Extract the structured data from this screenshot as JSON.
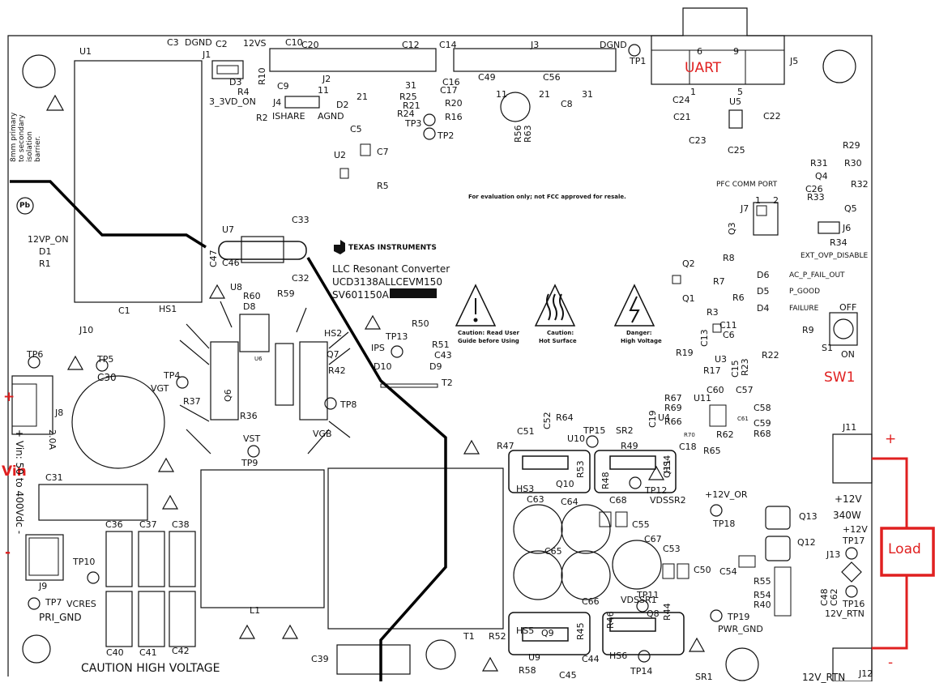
{
  "board": {
    "title": "LLC Resonant Converter",
    "model": "UCD3138ALLCEVM150",
    "serial_prefix": "SV601150A -",
    "brand": "TEXAS INSTRUMENTS",
    "fcc_note": "For evaluation only; not FCC approved for resale.",
    "isolation_note": [
      "8mm primary",
      "to secondary",
      "isolation",
      "barrier."
    ],
    "pb_mark": "Pb",
    "caution_footer": "CAUTION HIGH VOLTAGE",
    "warnings": {
      "read_guide": [
        "Caution: Read User",
        "Guide before Using"
      ],
      "hot_surface": [
        "Caution:",
        "Hot Surface"
      ],
      "high_voltage": [
        "Danger:",
        "High Voltage"
      ]
    }
  },
  "annotations": {
    "uart": "UART",
    "sw1": "SW1",
    "vin": "Vin",
    "load": "Load",
    "plus": "+",
    "minus": "-"
  },
  "colors": {
    "annotation": "#e02020",
    "silkscreen": "#111111",
    "trace": "#000000"
  },
  "labels": {
    "u1": "U1",
    "c3": "C3",
    "dgnd": "DGND",
    "c2": "C2",
    "j1": "J1",
    "12vs": "12VS",
    "c10": "C10",
    "c20": "C20",
    "c12": "C12",
    "c14": "C14",
    "j3": "J3",
    "dgnd2": "DGND",
    "tp1": "TP1",
    "j5": "J5",
    "j5_6": "6",
    "j5_9": "9",
    "j5_1": "1",
    "j5_5": "5",
    "r10": "R10",
    "j2": "J2",
    "d3": "D3",
    "r4": "R4",
    "3v3d": "3_3VD_ON",
    "j4": "J4",
    "c9": "C9",
    "j2_11": "11",
    "d2": "D2",
    "j2_21": "21",
    "j2_31": "31",
    "r2": "R2",
    "ishare": "ISHARE",
    "agnd": "AGND",
    "c16": "C16",
    "c17": "C17",
    "r25": "R25",
    "r21": "R21",
    "r20": "R20",
    "r24": "R24",
    "tp3": "TP3",
    "r16": "R16",
    "tp2": "TP2",
    "c49": "C49",
    "c56": "C56",
    "j3_11": "11",
    "j3_21": "21",
    "j3_31": "31",
    "c8": "C8",
    "r56": "R56",
    "r63": "R63",
    "c24": "C24",
    "u5": "U5",
    "c21": "C21",
    "c22": "C22",
    "c23": "C23",
    "c25": "C25",
    "c5": "C5",
    "u2": "U2",
    "c7": "C7",
    "r5": "R5",
    "r29": "R29",
    "r31": "R31",
    "r30": "R30",
    "q4": "Q4",
    "c26": "C26",
    "r32": "R32",
    "r33": "R33",
    "q5": "Q5",
    "j6": "J6",
    "r34": "R34",
    "ext_ovp": "EXT_OVP_DISABLE",
    "pfc_port": "PFC COMM PORT",
    "j7": "J7",
    "j7_1": "1",
    "j7_2": "2",
    "q3": "Q3",
    "r8": "R8",
    "q2": "Q2",
    "r7": "R7",
    "q1": "Q1",
    "r6": "R6",
    "r3": "R3",
    "d6": "D6",
    "ac_fail": "AC_P_FAIL_OUT",
    "d5": "D5",
    "p_good": "P_GOOD",
    "d4": "D4",
    "failure": "FAILURE",
    "off": "OFF",
    "r9": "R9",
    "s1": "S1",
    "on": "ON",
    "c11": "C11",
    "c13": "C13",
    "c6": "C6",
    "r19": "R19",
    "u3": "U3",
    "r22": "R22",
    "r17": "R17",
    "c15": "C15",
    "r23": "R23",
    "12vp_on": "12VP_ON",
    "d1": "D1",
    "r1": "R1",
    "u7": "U7",
    "c33": "C33",
    "c47": "C47",
    "c46": "C46",
    "u8": "U8",
    "c32": "C32",
    "r60": "R60",
    "r59": "R59",
    "c1": "C1",
    "hs1": "HS1",
    "d8": "D8",
    "hs2": "HS2",
    "j10": "J10",
    "q7": "Q7",
    "r42": "R42",
    "q6": "Q6",
    "r37": "R37",
    "r36": "R36",
    "u6": "U6",
    "tp8": "TP8",
    "vgb": "VGB",
    "vst": "VST",
    "tp9": "TP9",
    "tp4": "TP4",
    "vgt": "VGT",
    "tp5": "TP5",
    "tp6": "TP6",
    "c30": "C30",
    "j8": "J8",
    "v20a": "2.0A",
    "vin_range": "+ Vin: 50 to 400Vdc -",
    "c31": "C31",
    "r50": "R50",
    "tp13": "TP13",
    "ips": "IPS",
    "r51": "R51",
    "c43": "C43",
    "d10": "D10",
    "d9": "D9",
    "t2": "T2",
    "c36": "C36",
    "c37": "C37",
    "c38": "C38",
    "tp10": "TP10",
    "j9": "J9",
    "tp7": "TP7",
    "vcres": "VCRES",
    "pri_gnd": "PRI_GND",
    "c40": "C40",
    "c41": "C41",
    "c42": "C42",
    "l1": "L1",
    "c39": "C39",
    "t1": "T1",
    "r52": "R52",
    "c52": "C52",
    "r64": "R64",
    "c51": "C51",
    "u10": "U10",
    "tp15": "TP15",
    "sr2": "SR2",
    "c19": "C19",
    "r47": "R47",
    "r49": "R49",
    "u4": "U4",
    "r53": "R53",
    "q10": "Q10",
    "hs3": "HS3",
    "q11": "Q11",
    "r48": "R48",
    "c68": "C68",
    "tp12": "TP12",
    "vdssr2": "VDSSR2",
    "hs4": "HS4",
    "r67": "R67",
    "r69": "R69",
    "r66": "R66",
    "u11": "U11",
    "c60": "C60",
    "c57": "C57",
    "c58": "C58",
    "c59": "C59",
    "r62": "R62",
    "r68": "R68",
    "c18": "C18",
    "r65": "R65",
    "r70": "R70",
    "c61": "C61",
    "c63": "C63",
    "c64": "C64",
    "c55": "C55",
    "12v_or": "+12V_OR",
    "tp18": "TP18",
    "q13": "Q13",
    "q12": "Q12",
    "c67": "C67",
    "c65": "C65",
    "c53": "C53",
    "c50": "C50",
    "c54": "C54",
    "c66": "C66",
    "vdssr1": "VDSSR1",
    "tp11": "TP11",
    "q8": "Q8",
    "r44": "R44",
    "r46": "R46",
    "hs5": "HS5",
    "q9": "Q9",
    "r45": "R45",
    "r55": "R55",
    "r54": "R54",
    "r40": "R40",
    "tp19": "TP19",
    "pwr_gnd": "PWR_GND",
    "u9": "U9",
    "r58": "R58",
    "c45": "C45",
    "c44": "C44",
    "hs6": "HS6",
    "tp14": "TP14",
    "sr1": "SR1",
    "j11": "J11",
    "12v": "+12V",
    "340w": "340W",
    "12v_b": "+12V",
    "tp17": "TP17",
    "j13": "J13",
    "c48": "C48",
    "c62": "C62",
    "tp16": "TP16",
    "12v_rtn": "12V_RTN",
    "12v_rtn2": "12V_RTN",
    "j12": "J12"
  }
}
